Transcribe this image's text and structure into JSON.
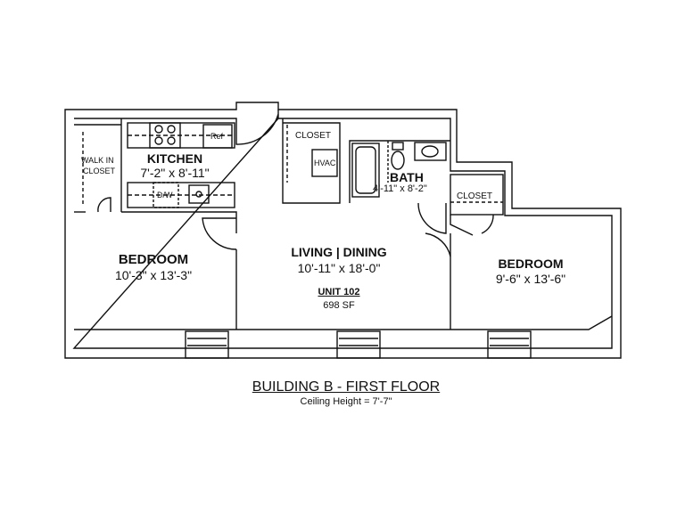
{
  "rooms": {
    "walk_in_closet": {
      "line1": "WALK IN",
      "line2": "CLOSET"
    },
    "kitchen": {
      "name": "KITCHEN",
      "size": "7'-2\" x 8'-11\"",
      "ref": "Ref",
      "dw": "D/W"
    },
    "closet_hvac": {
      "name": "CLOSET",
      "hvac": "HVAC"
    },
    "bath": {
      "name": "BATH",
      "size": "4'-11\" x 8'-2\""
    },
    "closet_right": {
      "name": "CLOSET"
    },
    "bedroom_left": {
      "name": "BEDROOM",
      "size": "10'-3\" x 13'-3\""
    },
    "living": {
      "name": "LIVING | DINING",
      "size": "10'-11\" x 18'-0\""
    },
    "bedroom_right": {
      "name": "BEDROOM",
      "size": "9'-6\" x 13'-6\""
    }
  },
  "unit": {
    "name": "UNIT 102",
    "area": "698 SF"
  },
  "footer": {
    "title": "BUILDING B - FIRST FLOOR",
    "ceiling": "Ceiling Height = 7'-7\""
  },
  "colors": {
    "line": "#111111",
    "background": "#ffffff"
  }
}
